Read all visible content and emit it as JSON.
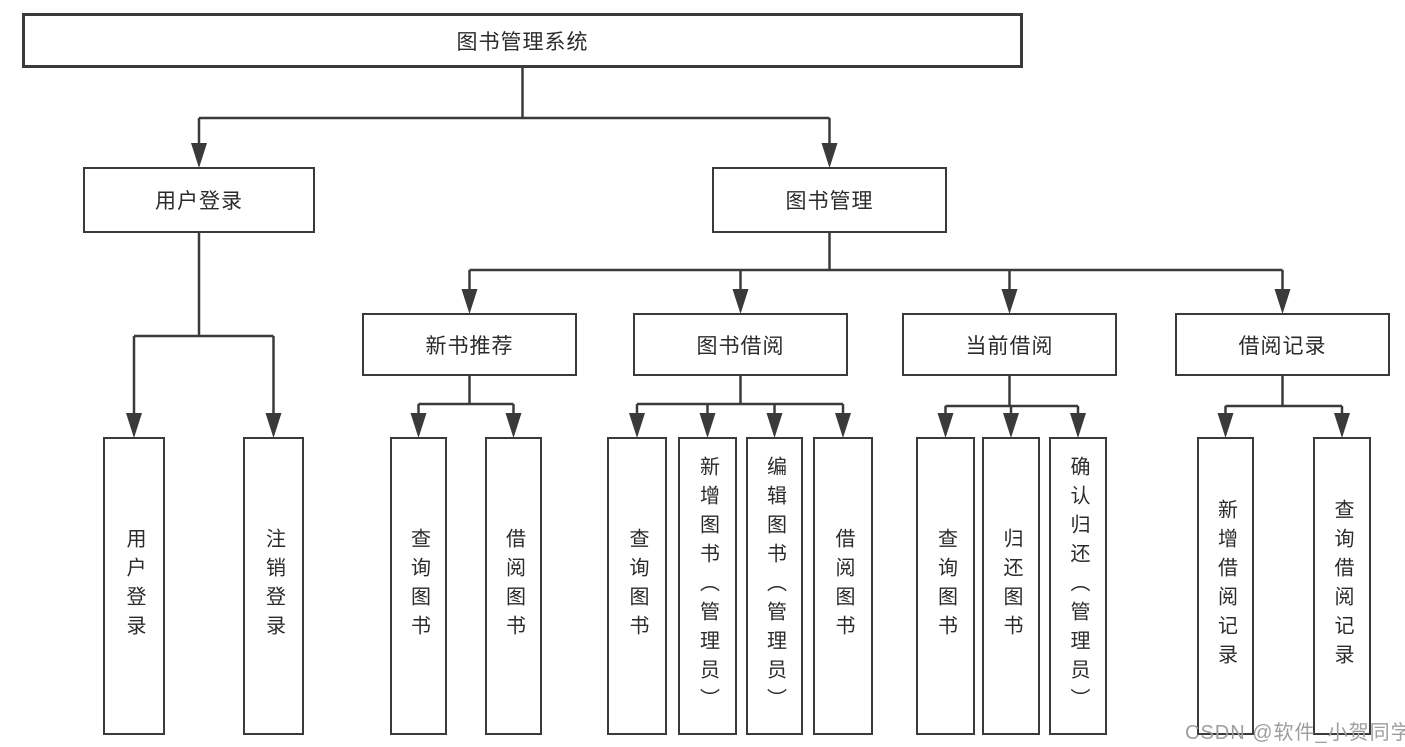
{
  "watermark": "CSDN @软件_小贺同学",
  "colors": {
    "background": "#ffffff",
    "line": "#3a3a3a",
    "border": "#3a3a3a",
    "text": "#2b2b2b",
    "watermark": "#9e9e9e"
  },
  "tree": {
    "label": "图书管理系统",
    "children": [
      {
        "label": "用户登录",
        "children": [
          {
            "label": "用户登录"
          },
          {
            "label": "注销登录"
          }
        ]
      },
      {
        "label": "图书管理",
        "children": [
          {
            "label": "新书推荐",
            "children": [
              {
                "label": "查询图书"
              },
              {
                "label": "借阅图书"
              }
            ]
          },
          {
            "label": "图书借阅",
            "children": [
              {
                "label": "查询图书"
              },
              {
                "label": "新增图书（管理员）"
              },
              {
                "label": "编辑图书（管理员）"
              },
              {
                "label": "借阅图书"
              }
            ]
          },
          {
            "label": "当前借阅",
            "children": [
              {
                "label": "查询图书"
              },
              {
                "label": "归还图书"
              },
              {
                "label": "确认归还（管理员）"
              }
            ]
          },
          {
            "label": "借阅记录",
            "children": [
              {
                "label": "新增借阅记录"
              },
              {
                "label": "查询借阅记录"
              }
            ]
          }
        ]
      }
    ]
  }
}
